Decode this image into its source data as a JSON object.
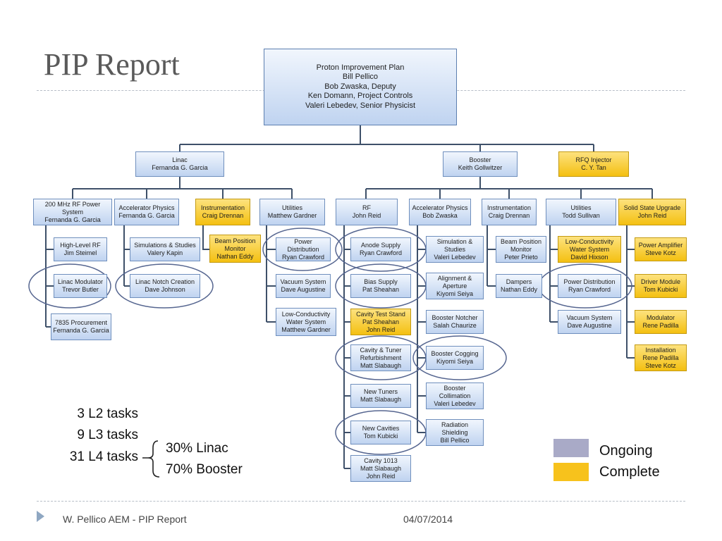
{
  "title": "PIP Report",
  "colors": {
    "ongoing": "#a9aac7",
    "complete": "#f7c21c",
    "box_fill": "#c8daf3",
    "connector": "#3e5069"
  },
  "org": {
    "top": "Proton Improvement Plan\nBill Pellico\nBob Zwaska, Deputy\nKen Domann, Project Controls\nValeri Lebedev, Senior Physicist",
    "linac": "Linac\nFernanda  G. Garcia",
    "booster": "Booster\nKeith Gollwitzer",
    "rfq": "RFQ Injector\nC. Y. Tan",
    "linac_rf": "200 MHz RF Power System\nFernanda G. Garcia",
    "linac_ap": "Accelerator Physics\nFernanda  G. Garcia",
    "linac_instr": "Instrumentation\nCraig Drennan",
    "linac_util": "Utilities\nMatthew Gardner",
    "booster_rf": "RF\nJohn Reid",
    "booster_ap": "Accelerator Physics\nBob Zwaska",
    "booster_instr": "Instrumentation\nCraig Drennan",
    "booster_util": "Utilities\nTodd Sullivan",
    "ssu": "Solid State Upgrade\nJohn Reid",
    "hlrf": "High-Level RF\nJim Steimel",
    "linac_mod": "Linac Modulator\nTrevor Butler",
    "proc7835": "7835 Procurement\nFernanda G. Garcia",
    "sim_linac": "Simulations & Studies\nValery Kapin",
    "notch_linac": "Linac Notch Creation\nDave Johnson",
    "bpm_linac": "Beam Position\nMonitor\nNathan Eddy",
    "pd_linac": "Power Distribution\nRyan Crawford",
    "vac_linac": "Vacuum System\nDave Augustine",
    "lcw_linac": "Low-Conductivity\nWater System\nMatthew Gardner",
    "anode": "Anode Supply\nRyan Crawford",
    "bias": "Bias Supply\nPat Sheahan",
    "cts": "Cavity Test Stand\nPat Sheahan\nJohn Reid",
    "ctr": "Cavity & Tuner\nRefurbishment\nMatt Slabaugh",
    "tuners": "New Tuners\nMatt Slabaugh",
    "newcav": "New Cavities\nTom Kubicki",
    "cav1013": "Cavity 1013\nMatt Slabaugh\nJohn Reid",
    "sim_booster": "Simulation &\nStudies\nValeri Lebedev",
    "align": "Alignment &\nAperture\nKiyomi Seiya",
    "bnotch": "Booster Notcher\nSalah Chaurize",
    "cogging": "Booster Cogging\nKiyomi Seiya",
    "collim": "Booster\nCollimation\nValeri Lebedev",
    "radshield": "Radiation\nShielding\nBill Pellico",
    "bpm_booster": "Beam Position\nMonitor\nPeter Prieto",
    "dampers": "Dampers\nNathan Eddy",
    "lcw_booster": "Low-Conductivity\nWater  System\nDavid Hixson",
    "pd_booster": "Power Distribution\nRyan Crawford",
    "vac_booster": "Vacuum System\nDave Augustine",
    "pa": "Power Amplifier\nSteve Kotz",
    "driver": "Driver Module\nTom Kubicki",
    "modulator": "Modulator\nRene Padilla",
    "install": "Installation\nRene Padilla\nSteve Kotz"
  },
  "stats": {
    "l2": "3 L2 tasks",
    "l3": "9 L3 tasks",
    "l4": "31 L4 tasks",
    "linac_pct": "30% Linac",
    "booster_pct": "70% Booster"
  },
  "legend": {
    "ongoing": "Ongoing",
    "complete": "Complete"
  },
  "footer": {
    "left": "W. Pellico AEM - PIP Report",
    "date": "04/07/2014"
  }
}
